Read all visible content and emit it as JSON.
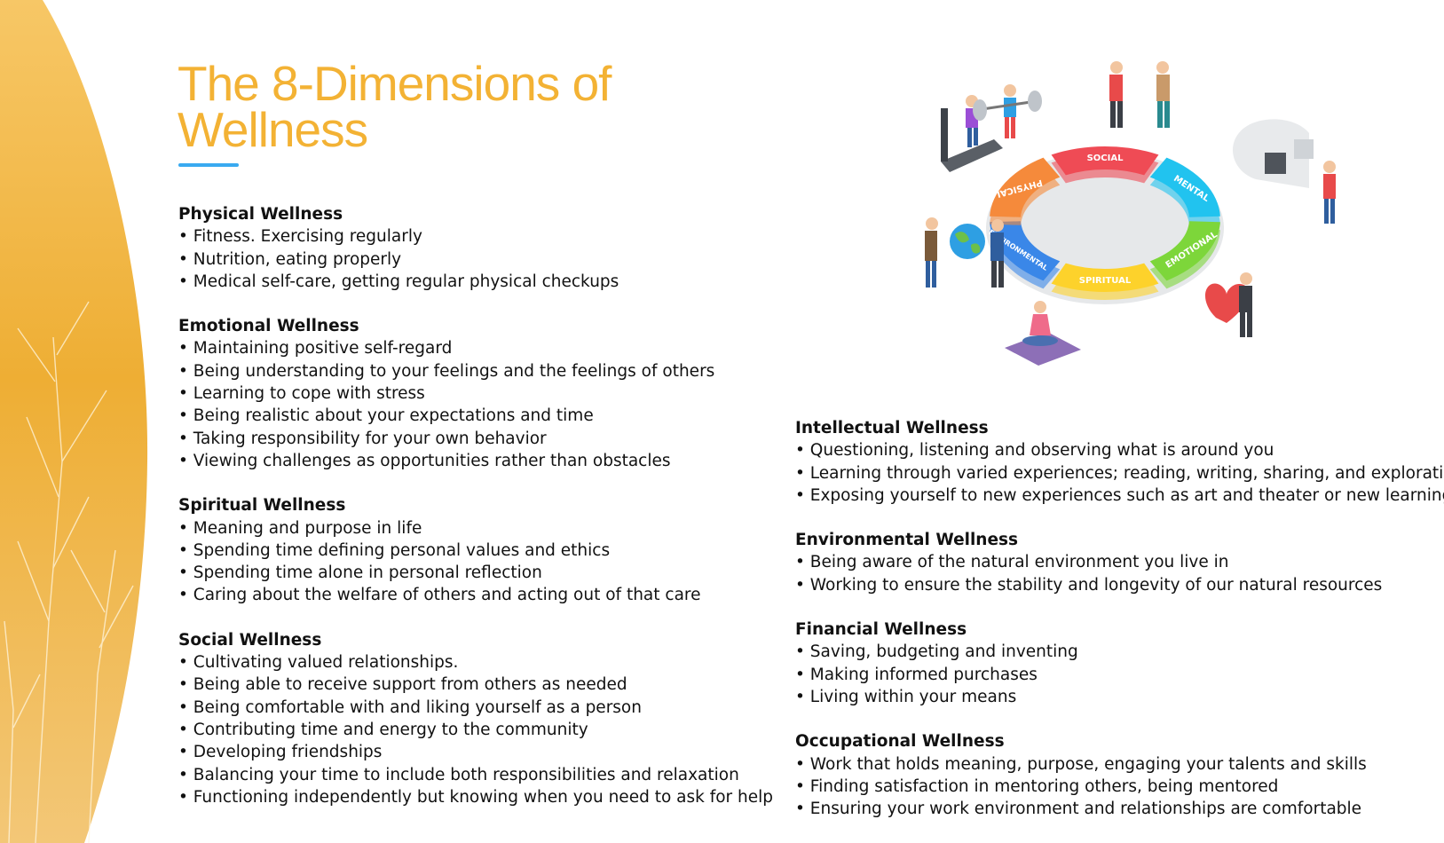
{
  "title_line1": "The 8-Dimensions of",
  "title_line2": "Wellness",
  "colors": {
    "title": "#f3b234",
    "rule": "#39aaf0",
    "bg_gold": "#f2b53a"
  },
  "wheel": {
    "labels": [
      "SOCIAL",
      "MENTAL",
      "EMOTIONAL",
      "SPIRITUAL",
      "ENVIRONMENTAL",
      "PHYSICAL"
    ],
    "colors": [
      "#ef4b55",
      "#21c3ef",
      "#7dd63a",
      "#fdd22b",
      "#3a87e8",
      "#f58a3b"
    ]
  },
  "sections_left": [
    {
      "heading": "Physical Wellness",
      "items": [
        "Fitness. Exercising regularly",
        "Nutrition, eating properly",
        "Medical self-care, getting regular physical checkups"
      ]
    },
    {
      "heading": "Emotional Wellness",
      "items": [
        "Maintaining positive self-regard",
        "Being understanding to your feelings and the feelings of others",
        "Learning to cope with stress",
        "Being realistic about your expectations and time",
        "Taking responsibility for your own behavior",
        "Viewing challenges as opportunities rather than obstacles"
      ]
    },
    {
      "heading": "Spiritual Wellness",
      "items": [
        "Meaning and purpose in life",
        "Spending time defining personal values and ethics",
        "Spending time alone in personal reflection",
        "Caring about the welfare of others and acting out of that care"
      ]
    },
    {
      "heading": "Social Wellness",
      "items": [
        "Cultivating valued relationships.",
        "Being able to receive support from others as needed",
        "Being comfortable with and liking yourself as a person",
        "Contributing time and energy to the community",
        "Developing friendships",
        "Balancing your time to include both responsibilities and relaxation",
        "Functioning independently but knowing when you need to ask for help"
      ]
    }
  ],
  "sections_right": [
    {
      "heading": "Intellectual Wellness",
      "items": [
        "Questioning, listening and observing what is around you",
        "Learning through varied experiences; reading, writing, sharing, and exploration",
        "Exposing yourself to new experiences such as art and theater or new learning"
      ]
    },
    {
      "heading": "Environmental Wellness",
      "items": [
        "Being aware of the natural environment you live in",
        "Working to ensure the stability and longevity of our natural resources"
      ]
    },
    {
      "heading": "Financial Wellness",
      "items": [
        "Saving, budgeting and inventing",
        "Making informed purchases",
        "Living within your means"
      ]
    },
    {
      "heading": "Occupational Wellness",
      "items": [
        "Work that holds meaning, purpose, engaging your talents and skills",
        "Finding satisfaction in mentoring others, being mentored",
        "Ensuring your work environment and relationships are comfortable"
      ]
    }
  ]
}
